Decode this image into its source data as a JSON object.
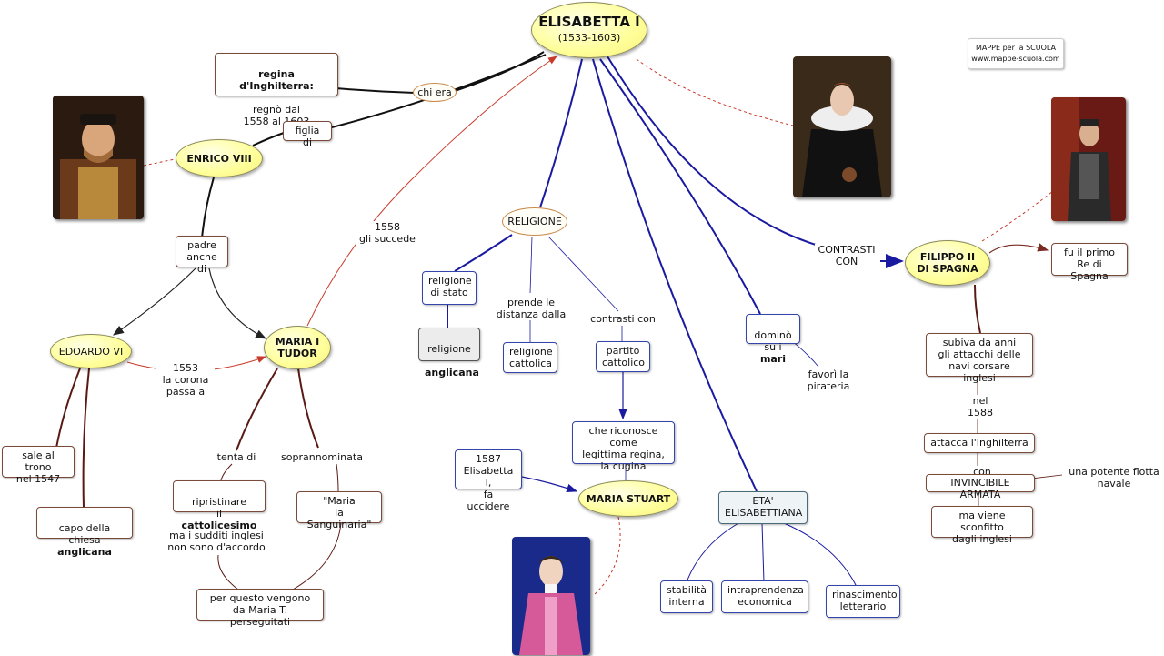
{
  "credit": {
    "line1": "MAPPE per la SCUOLA",
    "line2": "www.mappe-scuola.com"
  },
  "main": {
    "title": "ELISABETTA I",
    "dates": "(1533-1603)"
  },
  "nodes": {
    "regina_bold": "regina d'Inghilterra:",
    "regina_rest": "regnò dal\n1558 al 1603",
    "chi_era": "chi era",
    "figlia_di": "figlia di",
    "enrico": "ENRICO VIII",
    "padre": "padre\nanche di",
    "edoardo": "EDOARDO VI",
    "maria_tudor": "MARIA I\nTUDOR",
    "corona": "1553\nla corona\npassa a",
    "succede": "1558\ngli succede",
    "sale_trono": "sale al trono\nnel 1547",
    "capo_chiesa_pre": "capo della\nchiesa ",
    "capo_chiesa_bold": "anglicana",
    "tenta_di": "tenta di",
    "ripristinare_pre": "ripristinare\nil ",
    "ripristinare_bold": "cattolicesimo",
    "sudditi": "ma i sudditi inglesi\nnon sono d'accordo",
    "soprannominata": "soprannominata",
    "sanguinaria": "\"Maria\nla Sanguinaria\"",
    "perseguitati": "per questo vengono\nda Maria T. perseguitati",
    "religione": "RELIGIONE",
    "religione_stato": "religione\ndi stato",
    "religione_anglicana_pre": "religione",
    "religione_anglicana_bold": "anglicana",
    "prende_distanza": "prende le\ndistanza dalla",
    "religione_cattolica": "religione\ncattolica",
    "contrasti_con": "contrasti con",
    "partito_cattolico": "partito\ncattolico",
    "riconosce": "che riconosce come\nlegittima regina,\nla cugina",
    "uccidere": "1587\nElisabetta I,\nfa uccidere",
    "maria_stuart": "MARIA STUART",
    "domino_pre": "dominò\nsu i ",
    "domino_bold": "mari",
    "pirateria": "favorì la\npirateria",
    "eta": "ETA'\nELISABETTIANA",
    "stabilita": "stabilità\ninterna",
    "intraprendenza": "intraprendenza\neconomica",
    "rinascimento": "rinascimento\nletterario",
    "contrasti": "CONTRASTI\nCON",
    "filippo": "FILIPPO II\nDI SPAGNA",
    "primo_re": "fu il primo\nRe di Spagna",
    "subiva": "subiva da anni\ngli attacchi delle\nnavi corsare inglesi",
    "nel_1588": "nel\n1588",
    "attacca": "attacca l'Inghilterra",
    "con": "con",
    "invincibile": "INVINCIBILE ARMATA",
    "potente": "una potente flotta\nnavale",
    "sconfitto": "ma viene sconfitto\ndagli inglesi"
  },
  "colors": {
    "dark_line": "#111111",
    "blue_line": "#1a1aa0",
    "brown_line": "#5a1a14",
    "red_arrow": "#c83a2a",
    "oval_fill": "#ffff99"
  }
}
